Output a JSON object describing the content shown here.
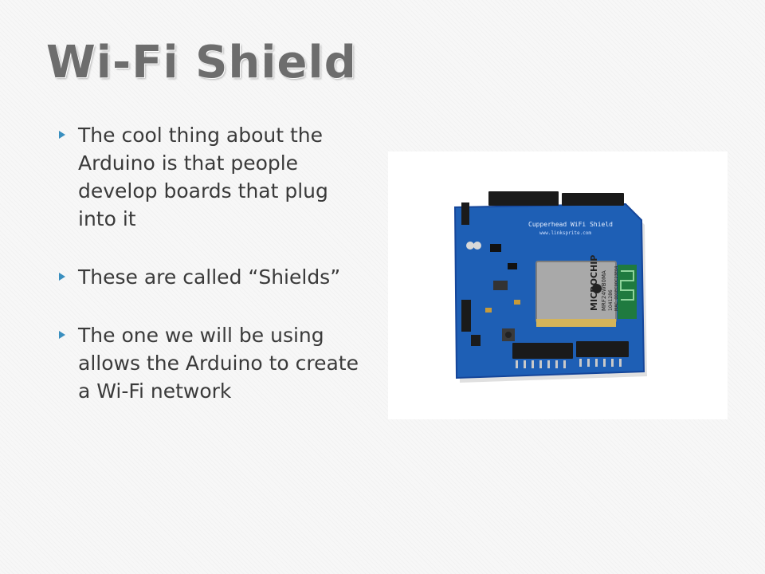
{
  "slide": {
    "title": "Wi-Fi Shield",
    "bullets": [
      "The cool thing about the Arduino is that people develop boards that plug into it",
      "These are called “Shields”",
      "The one we will be using allows the Arduino to create a Wi-Fi network"
    ],
    "bullet_icon": "triangle-bullet-icon",
    "accent_color": "#3a8fbf"
  },
  "image": {
    "board_label": "Cupperhead WiFi Shield",
    "board_url": "www.linksprite.com",
    "chip_brand": "MICROCHIP",
    "chip_model": "MRF24WB0MA",
    "chip_code": "1041286",
    "chip_mac": "MAC: 001EC00C23E04",
    "colors": {
      "board": "#1e5fb5",
      "board_dark": "#15469a",
      "module": "#a9a9a9"
    }
  }
}
